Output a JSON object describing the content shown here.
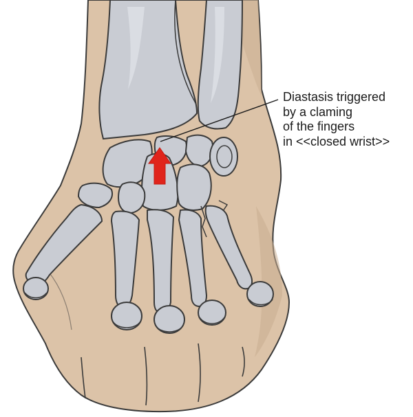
{
  "illustration": {
    "subject": "wrist-hand-bones-dorsal-view",
    "colors": {
      "skin": "#dcc3a8",
      "skin_shadow": "#c9ad8f",
      "bone": "#c9ccd3",
      "bone_light": "#dadde3",
      "outline": "#3a3a3a",
      "arrow": "#e0241b"
    },
    "arrow_direction": "up"
  },
  "annotation": {
    "lines": [
      "Diastasis triggered",
      "by a claming",
      "of the fingers",
      "in <<closed wrist>>"
    ]
  }
}
